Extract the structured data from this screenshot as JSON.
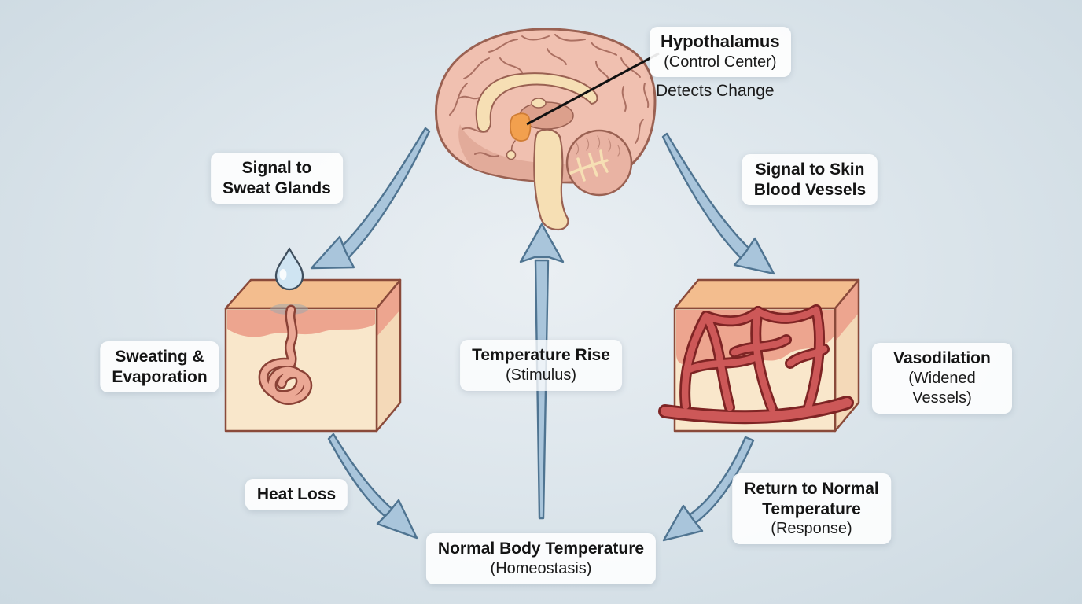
{
  "labels": {
    "hypothalamus": {
      "title": "Hypothalamus",
      "subtitle": "(Control Center)",
      "note": "Detects Change"
    },
    "signal_sweat": {
      "title": "Signal to\nSweat Glands"
    },
    "signal_vessels": {
      "title": "Signal to Skin\nBlood Vessels"
    },
    "sweating": {
      "title": "Sweating &\nEvaporation"
    },
    "vasodilation": {
      "title": "Vasodilation",
      "subtitle": "(Widened Vessels)"
    },
    "temperature_rise": {
      "title": "Temperature Rise",
      "subtitle": "(Stimulus)"
    },
    "heat_loss": {
      "title": "Heat Loss"
    },
    "return_normal": {
      "title": "Return to Normal\nTemperature",
      "subtitle": "(Response)"
    },
    "normal_body": {
      "title": "Normal Body Temperature",
      "subtitle": "(Homeostasis)"
    }
  },
  "illustrations": {
    "brain": "sagittal-brain-with-hypothalamus-highlighted",
    "skin_left": "skin-cross-section-with-sweat-gland",
    "skin_right": "skin-cross-section-with-dilated-blood-vessels",
    "droplet": "sweat-droplet"
  },
  "arrows": [
    {
      "name": "signal-to-sweat-glands-arrow",
      "from": "brain",
      "to": "skin-sweat-gland"
    },
    {
      "name": "signal-to-skin-vessels-arrow",
      "from": "brain",
      "to": "skin-blood-vessels"
    },
    {
      "name": "heat-loss-arrow",
      "from": "skin-sweat-gland",
      "to": "normal-body-temperature"
    },
    {
      "name": "response-arrow",
      "from": "skin-blood-vessels",
      "to": "normal-body-temperature"
    },
    {
      "name": "stimulus-arrow",
      "from": "normal-body-temperature",
      "to": "brain"
    }
  ],
  "colors": {
    "background": "#dbe4eb",
    "label_background": "#ffffff",
    "text": "#141414",
    "arrow_fill": "#a9c5db",
    "arrow_outline": "#4f7491",
    "brain_pink": "#f0c0b0",
    "brain_outline": "#9a6152",
    "brain_inner_tan": "#f6dfb4",
    "hypothalamus_orange": "#f2a04e",
    "skin_top_orange": "#f3bd8e",
    "skin_cream": "#f9e7cb",
    "dermis_pink": "#eda58f",
    "sweat_gland_salmon": "#eba895",
    "vessel_red": "#cd5858",
    "vessel_outline": "#7e2424",
    "droplet_blue": "#cfe4f2",
    "pointer_line": "#111111"
  }
}
